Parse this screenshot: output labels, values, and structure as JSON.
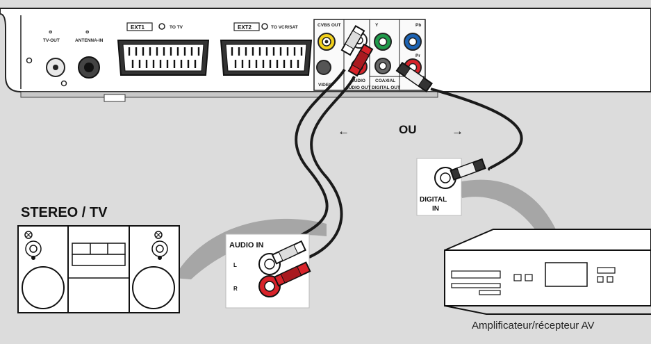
{
  "dvd_player": {
    "tv_out_label": "TV-OUT",
    "antenna_in_label": "ANTENNA-IN",
    "ext1_label": "EXT1",
    "to_tv_label": "TO TV",
    "ext2_label": "EXT2",
    "to_vcr_label": "TO VCR/SAT",
    "cvbs_out_label": "CVBS OUT",
    "video_label": "VIDEO",
    "audio_out_label": "AUDIO OUT",
    "coaxial_label": "COAXIAL",
    "digital_out_label": "DIGITAL OUT",
    "y_label": "Y",
    "pb_label": "Pb",
    "pr_label": "Pr"
  },
  "connection": {
    "or_label": "OU",
    "left_arrow": "←",
    "right_arrow": "→"
  },
  "stereo_tv": {
    "title": "STEREO / TV",
    "audio_in_label": "AUDIO IN",
    "left_label": "L",
    "right_label": "R"
  },
  "receiver": {
    "digital_label": "DIGITAL",
    "in_label": "IN",
    "caption": "Amplificateur/récepteur AV"
  },
  "colors": {
    "jack_red": "#d8232a",
    "jack_white": "#ffffff",
    "jack_yellow": "#f2d11c",
    "jack_green": "#1f9a4a",
    "jack_blue": "#1c63b4",
    "callout_gray": "#a6a6a6"
  }
}
